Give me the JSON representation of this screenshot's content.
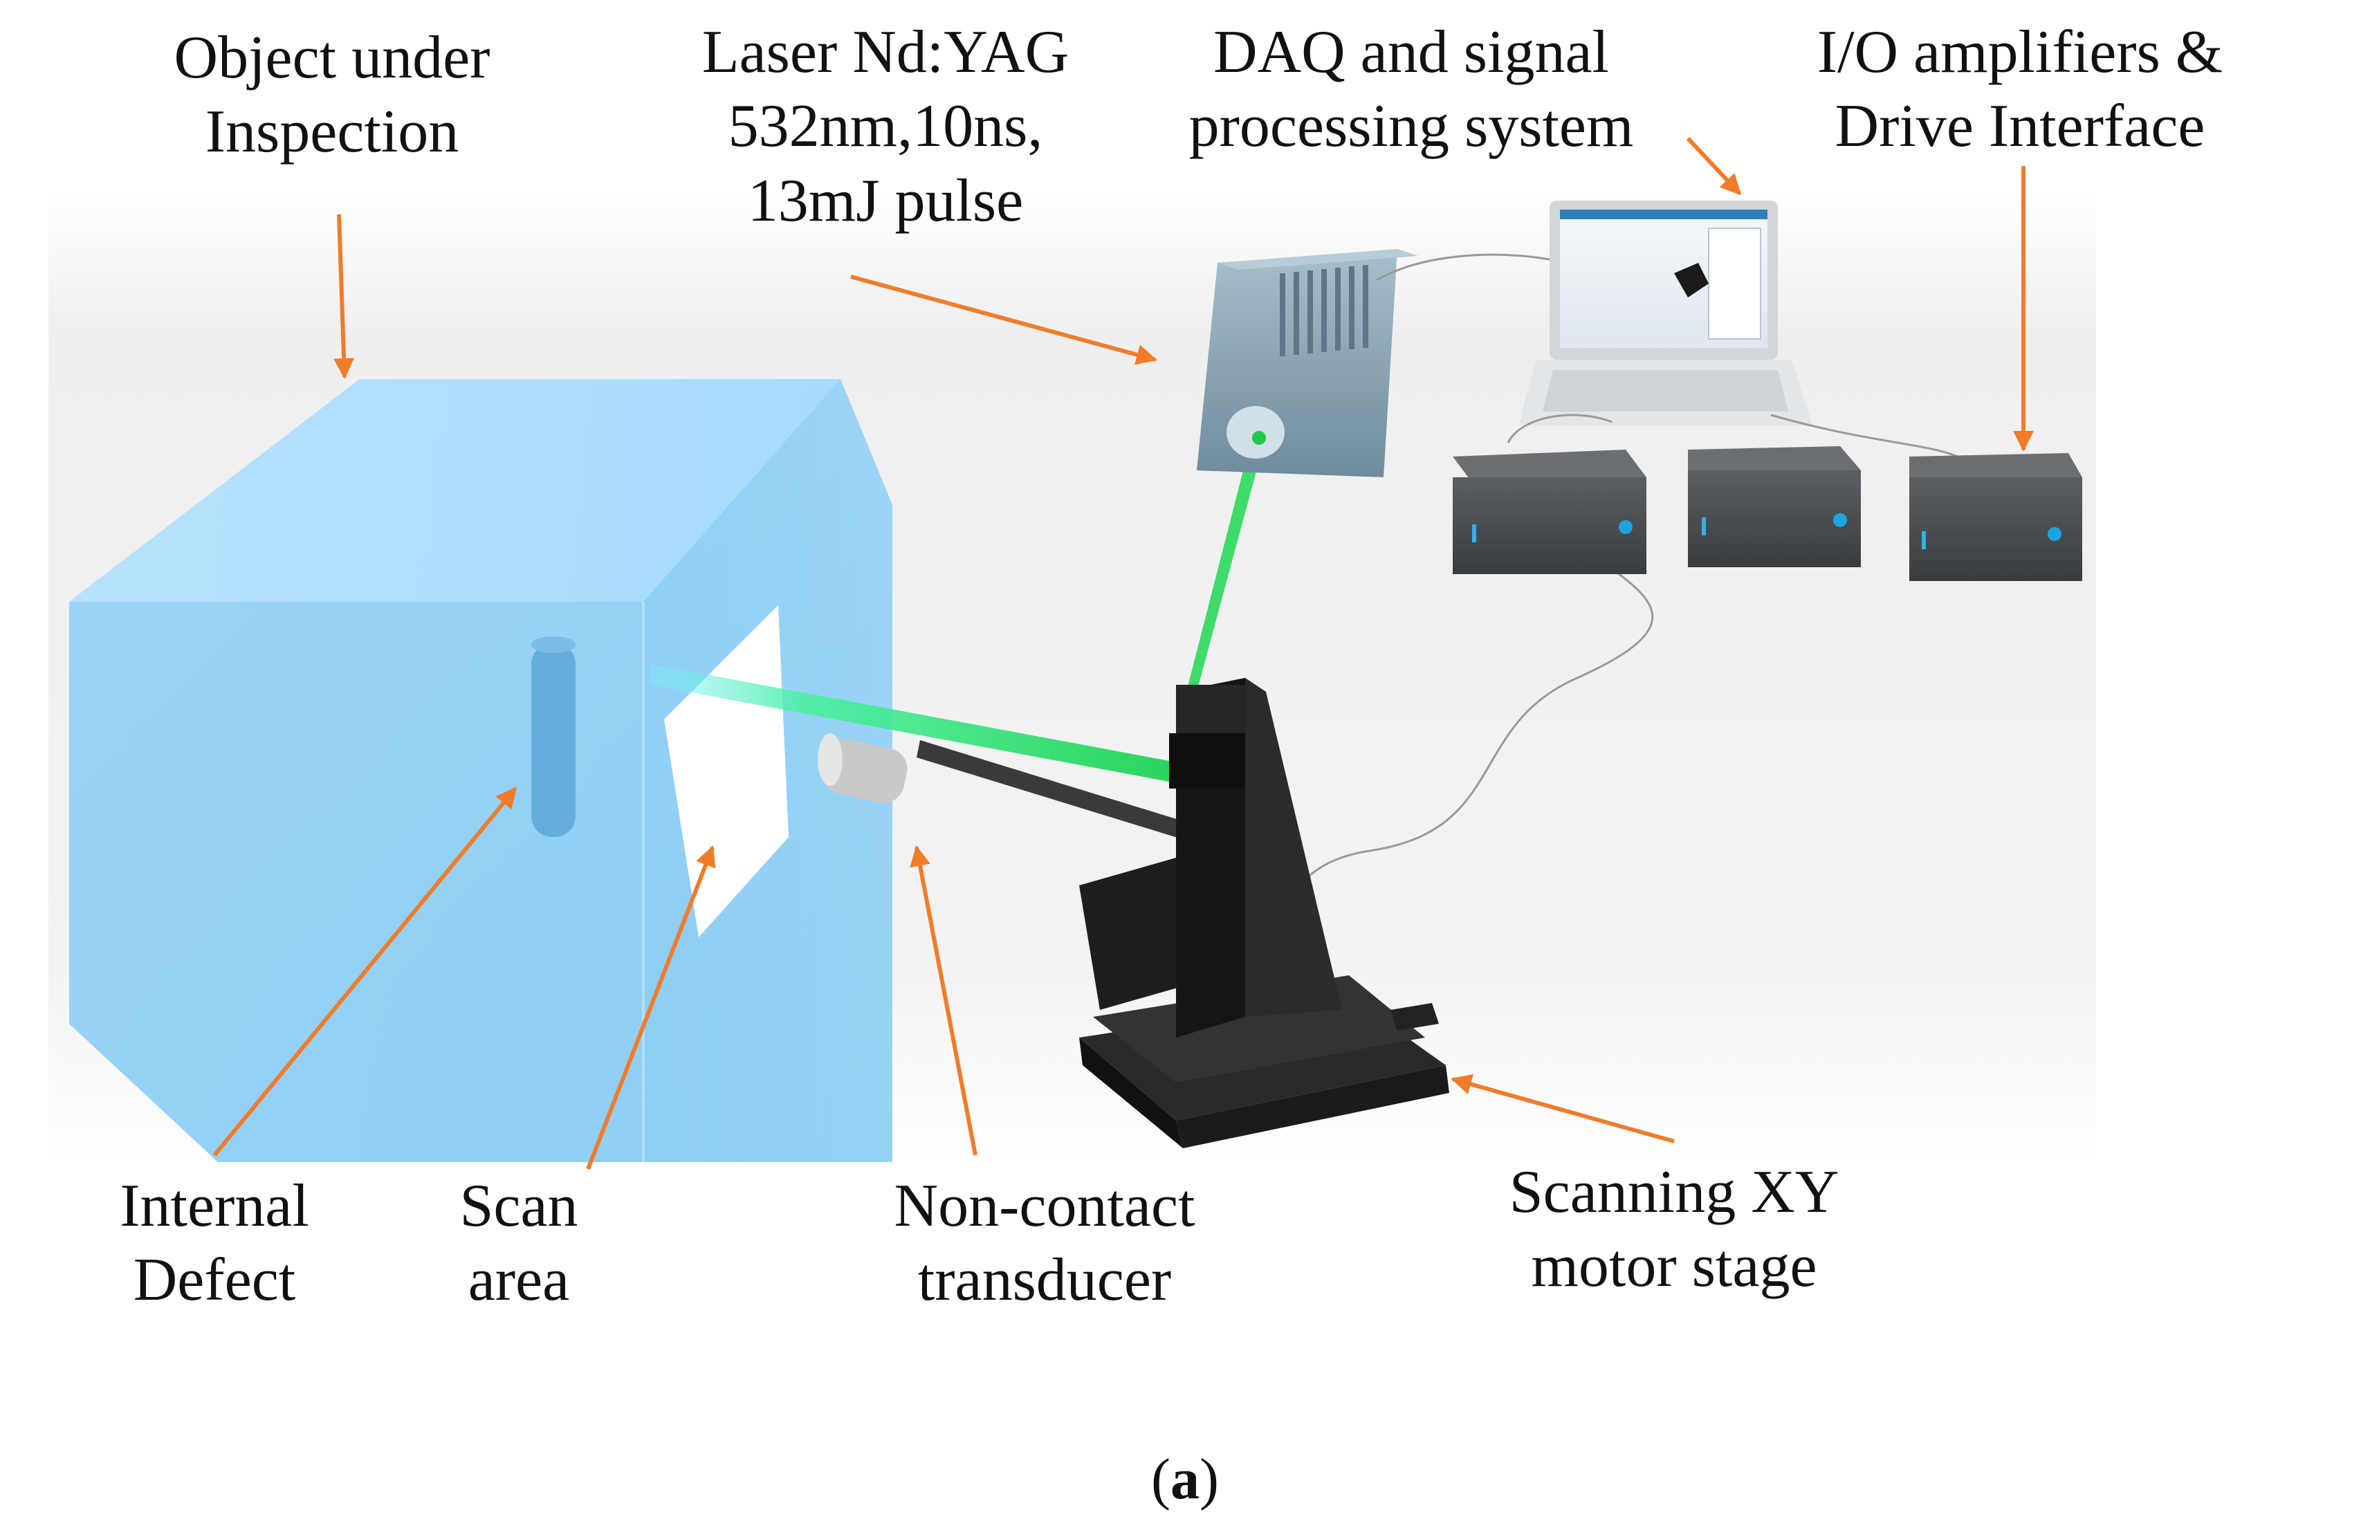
{
  "labels": {
    "object": [
      "Object under",
      "Inspection"
    ],
    "laser": [
      "Laser Nd:YAG",
      "532nm,10ns,",
      "13mJ pulse"
    ],
    "daq": [
      "DAQ and signal",
      "processing system"
    ],
    "io": [
      "I/O amplifiers &",
      "Drive Interface"
    ],
    "defect": [
      "Internal",
      "Defect"
    ],
    "scan_area": [
      "Scan",
      "area"
    ],
    "transducer": [
      "Non-contact",
      "transducer"
    ],
    "stage": [
      "Scanning XY",
      "motor stage"
    ]
  },
  "caption": {
    "open": "(",
    "letter": "a",
    "close": ")"
  },
  "colors": {
    "arrow": "#f07c2a",
    "cube": "#8fd0f5",
    "cube_dark": "#6cbbe8",
    "laser_beam": "#2fe06a",
    "laser_body": "#8aa4b4",
    "device_box": "#4a4e52",
    "stage_black": "#1c1c1c",
    "backdrop": "#eeeeee"
  }
}
